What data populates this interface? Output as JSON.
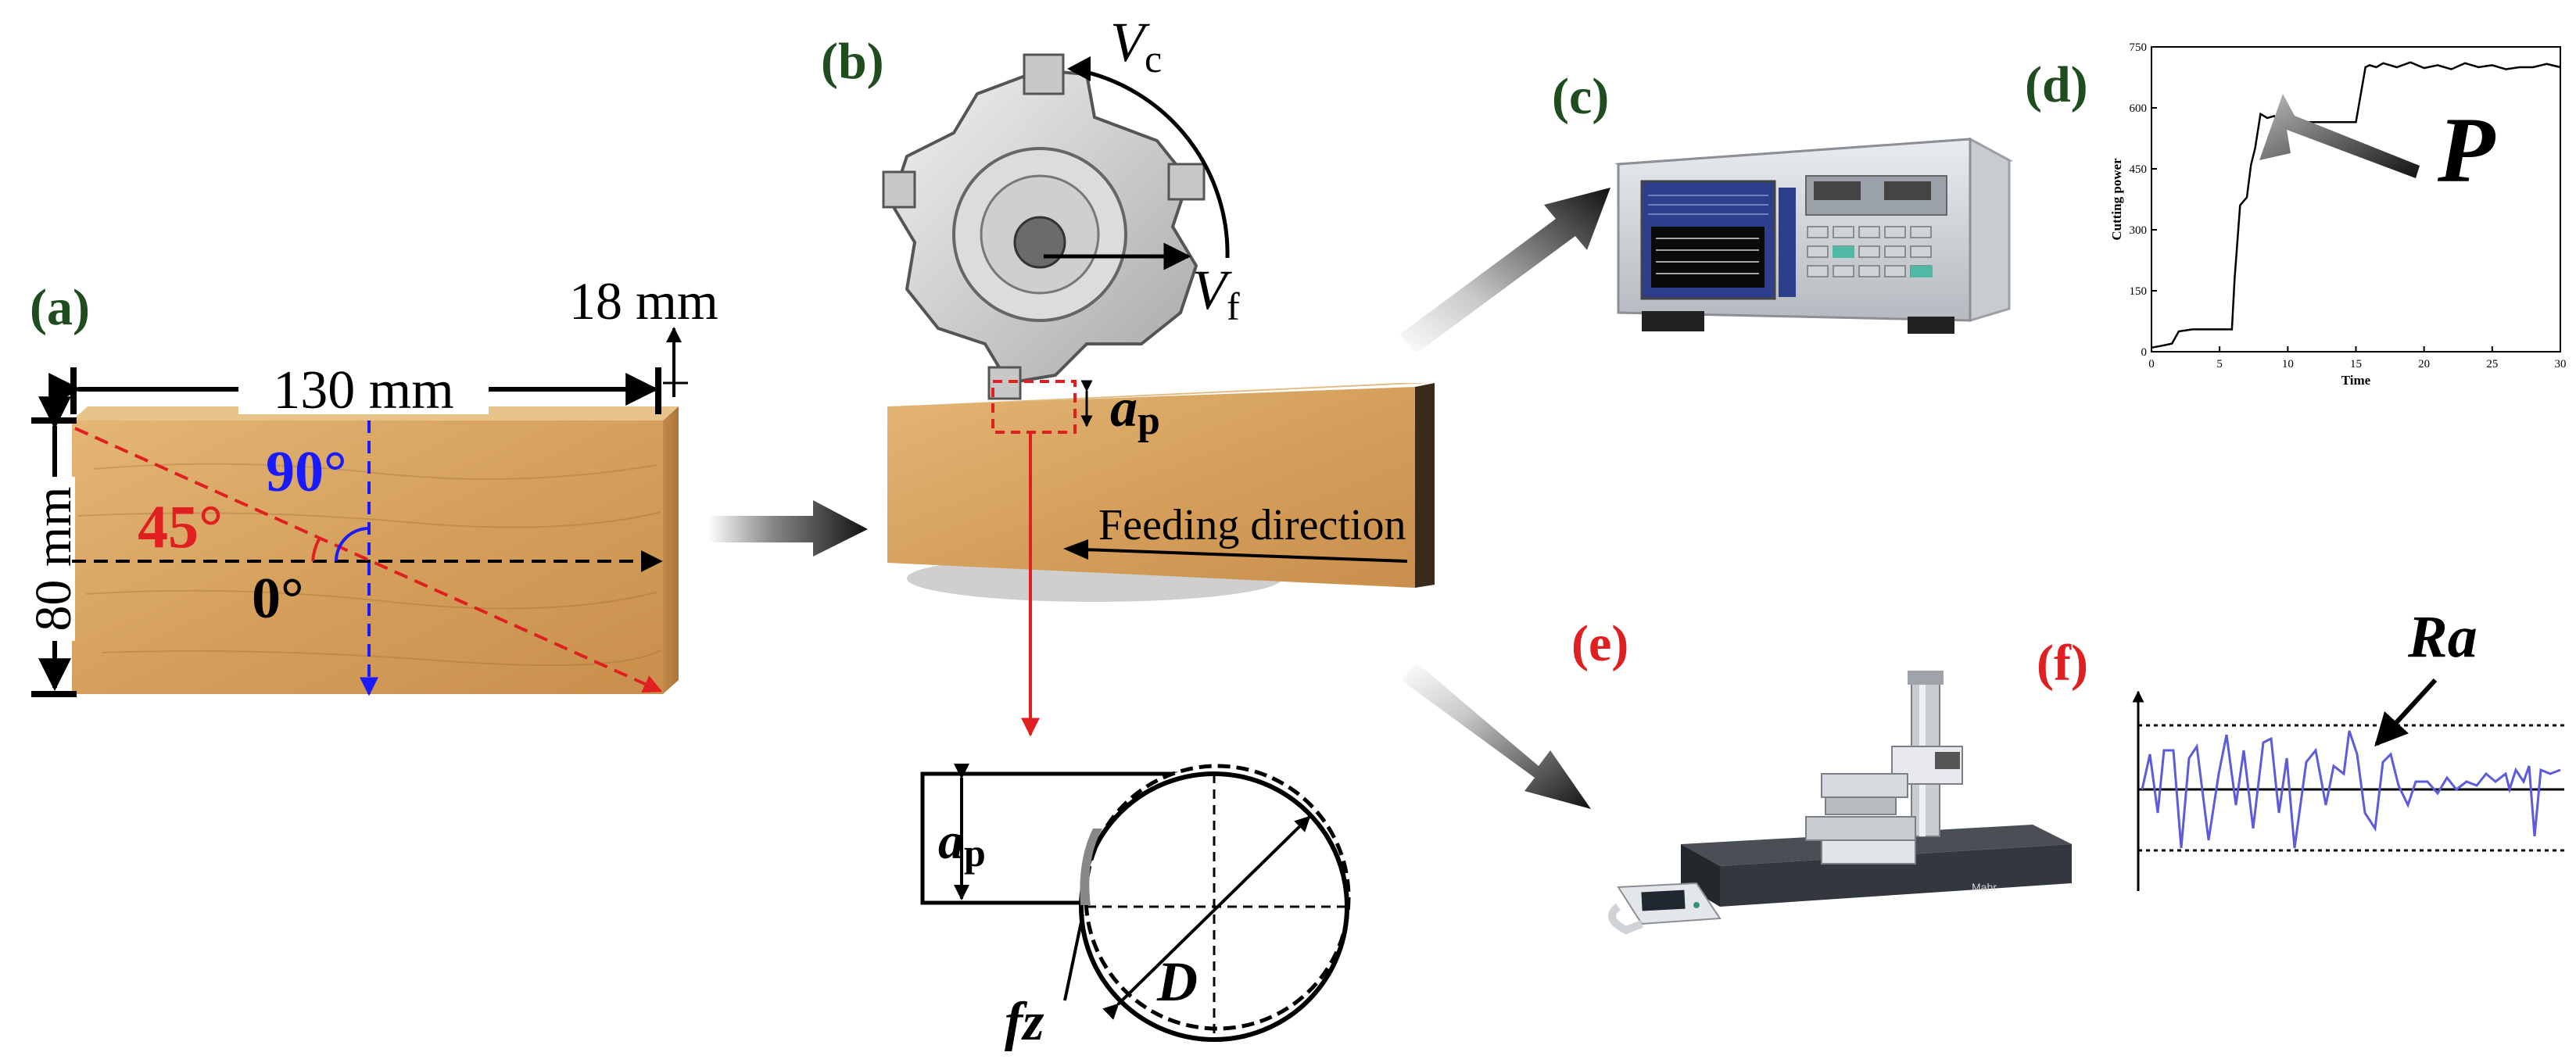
{
  "panels": {
    "a": {
      "label": "(a)",
      "dims": {
        "length": "130 mm",
        "height": "80 mm",
        "thickness": "18 mm"
      },
      "angles": {
        "a0": "0°",
        "a45": "45°",
        "a90": "90°"
      }
    },
    "b": {
      "label": "(b)",
      "vc": "V",
      "vc_sub": "c",
      "vf": "V",
      "vf_sub": "f",
      "ap": "a",
      "ap_sub": "p",
      "feed": "Feeding direction",
      "detail": {
        "ap": "a",
        "ap_sub": "p",
        "d": "D",
        "fz": "fz"
      }
    },
    "c": {
      "label": "(c)"
    },
    "d": {
      "label": "(d)",
      "marker": "P"
    },
    "e": {
      "label": "(e)",
      "brand": "Mahr"
    },
    "f": {
      "label": "(f)",
      "marker": "Ra"
    }
  },
  "colors": {
    "label_green": "#1f4d1f",
    "label_red": "#e02020",
    "angle_red": "#e02020",
    "angle_blue": "#1a1aff",
    "wood": "#d9a868",
    "profile_blue": "#5b5bdc"
  },
  "chart_data": [
    {
      "type": "line",
      "panel": "d",
      "title": "",
      "xlabel": "Time",
      "ylabel": "Cutting power",
      "xlim": [
        0,
        30
      ],
      "ylim": [
        0,
        750
      ],
      "xticks": [
        0,
        5,
        10,
        15,
        20,
        25,
        30
      ],
      "yticks": [
        0,
        150,
        300,
        450,
        600,
        750
      ],
      "grid": false,
      "series": [
        {
          "x": [
            0,
            0.8,
            1.5,
            2,
            3,
            4,
            5,
            5.9,
            6.1,
            6.5,
            7,
            7.3,
            7.6,
            8,
            8.5,
            9,
            9.5,
            10,
            11,
            12,
            13,
            14,
            15,
            15.7,
            16,
            16.5,
            17,
            18,
            19,
            20,
            21,
            22,
            23,
            24,
            25,
            26,
            27,
            28,
            29,
            30
          ],
          "y": [
            10,
            15,
            20,
            50,
            55,
            55,
            55,
            55,
            180,
            360,
            380,
            460,
            500,
            585,
            575,
            580,
            560,
            570,
            565,
            565,
            565,
            565,
            565,
            700,
            705,
            700,
            710,
            700,
            712,
            698,
            705,
            695,
            710,
            700,
            705,
            695,
            700,
            700,
            708,
            700
          ]
        }
      ]
    }
  ]
}
